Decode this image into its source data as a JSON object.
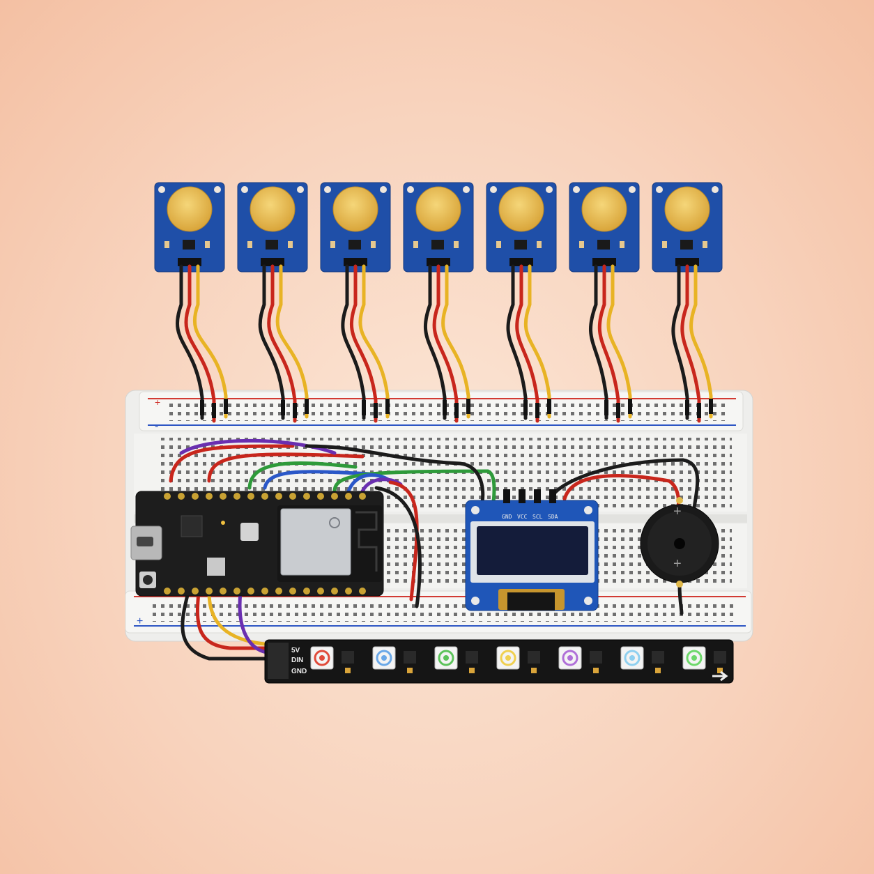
{
  "photo": {
    "subject": "breadboard-electronics-project",
    "touch_sensor_count": 7,
    "led_count": 7,
    "led_colors": [
      "#e04a3a",
      "#6aa8e8",
      "#5cc35a",
      "#f0d050",
      "#b070d8",
      "#8fd0f0",
      "#6dd86a"
    ],
    "wire_colors": {
      "black": "#1b1b1b",
      "red": "#c8261c",
      "yellow": "#e8b324",
      "green": "#2e9a3a",
      "blue": "#2a57c8",
      "purple": "#6a2fb0"
    },
    "background_color": "#f8d3bd",
    "pcb_blue": "#1f4fa8",
    "pad_gold": "#e2b54c"
  },
  "led_strip": {
    "pin_5v": "5V",
    "pin_din": "DIN",
    "pin_gnd": "GND"
  },
  "oled": {
    "pin_1": "GND",
    "pin_2": "VCC",
    "pin_3": "SCL",
    "pin_4": "SDA"
  },
  "buzzer": {
    "plus_a": "+",
    "plus_b": "+"
  },
  "breadboard": {
    "rail_plus": "+",
    "rail_minus": "-"
  }
}
